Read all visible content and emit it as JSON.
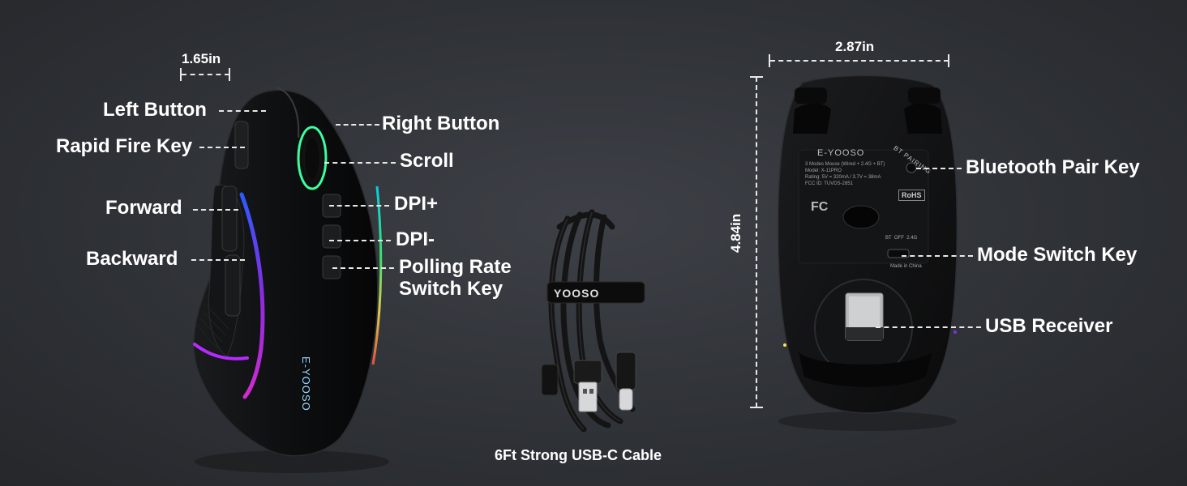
{
  "left_mouse": {
    "width_dimension": "1.65in",
    "callouts": {
      "left_button": "Left Button",
      "rapid_fire_key": "Rapid Fire Key",
      "forward": "Forward",
      "backward": "Backward",
      "right_button": "Right Button",
      "scroll": "Scroll",
      "dpi_plus": "DPI+",
      "dpi_minus": "DPI-",
      "polling_rate_line1": "Polling Rate",
      "polling_rate_line2": "Switch Key"
    },
    "brand_text": "E-YOOSO"
  },
  "cable": {
    "caption": "6Ft Strong USB-C Cable",
    "strap_text": "YOOSO"
  },
  "right_mouse": {
    "width_dimension": "2.87in",
    "height_dimension": "4.84in",
    "callouts": {
      "bluetooth_pair_key": "Bluetooth Pair Key",
      "mode_switch_key": "Mode Switch Key",
      "usb_receiver": "USB Receiver"
    },
    "bottom_label_brand": "E-YOOSO",
    "bottom_label_bt": "BT PAIRING",
    "bottom_label_lines": [
      "3 Modes Mouse (Wired + 2.4G + BT)",
      "Model: X-11PRO",
      "Rating: 5V = 320mA / 3.7V = 38mA",
      "FCC ID: TUVDS-2851"
    ],
    "rohs": "RoHS",
    "fc": "FC",
    "mode_labels": "BT  OFF  2.4G",
    "made_in": "Made in China"
  },
  "colors": {
    "background": "#2f3237",
    "text": "#ffffff",
    "rgb_light_start": "#8a2be2",
    "rgb_light_end": "#00e5ff"
  }
}
